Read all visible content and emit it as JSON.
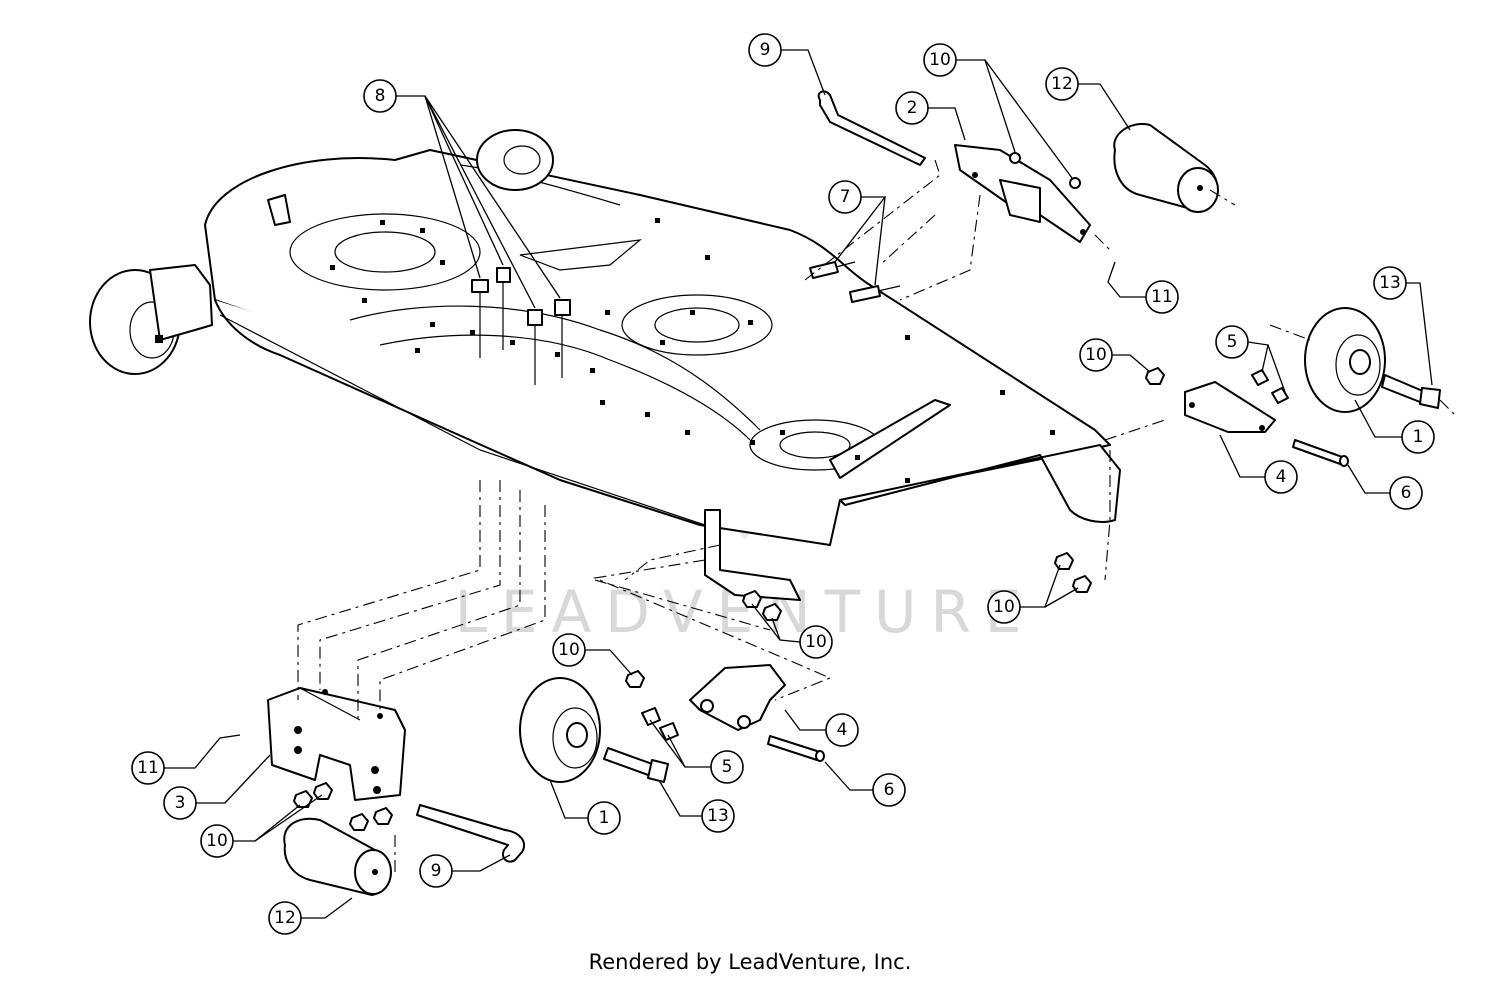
{
  "diagram": {
    "watermark": "LEADVENTURE",
    "credit": "Rendered by LeadVenture, Inc.",
    "callouts": [
      "1",
      "1",
      "2",
      "3",
      "4",
      "4",
      "5",
      "5",
      "6",
      "6",
      "7",
      "8",
      "9",
      "9",
      "10",
      "10",
      "10",
      "10",
      "10",
      "10",
      "11",
      "11",
      "12",
      "12",
      "13",
      "13"
    ]
  }
}
